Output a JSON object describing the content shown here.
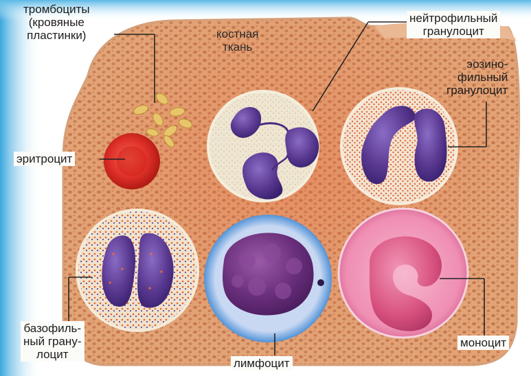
{
  "labels": {
    "platelets": "тромбоциты\n(кровяные\nпластинки)",
    "bone_tissue": "костная\nткань",
    "neutrophil": "нейтрофильный\nгранулоцит",
    "eosinophil": "эозино-\nфильный\nгранулоцит",
    "erythrocyte": "эритроцит",
    "basophil": "базофиль-\nный грану-\nлоцит",
    "lymphocyte": "лимфоцит",
    "monocyte": "моноцит"
  },
  "colors": {
    "page_gradient_edge": "#2f9fd8",
    "bone_tissue": "#e4a679",
    "bone_pore": "#c97c52",
    "cell_background": "#efe6cf",
    "erythrocyte": "#d9281f",
    "platelet": "#e8c46a",
    "nucleus": "#5b3a92",
    "lymphocyte_membrane": "#4a8fd6",
    "monocyte": "#e46a9a",
    "label_line": "#222222"
  }
}
